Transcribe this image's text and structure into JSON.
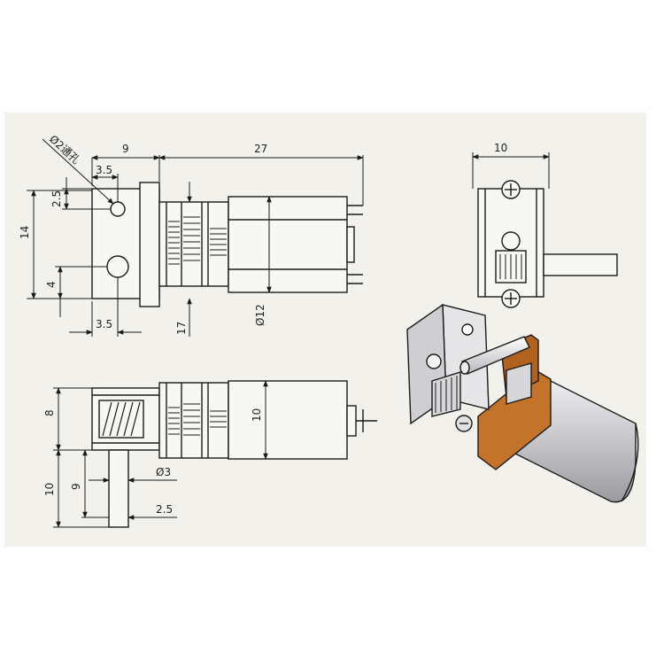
{
  "dims": {
    "top_holes_dia": "Ø2通孔",
    "top_9": "9",
    "top_27": "27",
    "top_3_5_upper": "3.5",
    "top_2_5": "2.5",
    "top_14": "14",
    "top_4": "4",
    "top_3_5_lower": "3.5",
    "top_17": "17",
    "top_dia12": "Ø12",
    "side_10": "10",
    "bottom_8": "8",
    "bottom_10_body": "10",
    "bottom_dia3": "Ø3",
    "bottom_2_5": "2.5",
    "bottom_10": "10",
    "bottom_9": "9"
  },
  "colors": {
    "background": "#ffffff",
    "panel": "#f2f1ec",
    "line": "#1a1a1a",
    "copper": "#c4732a",
    "metal": "#d9d9dc"
  }
}
